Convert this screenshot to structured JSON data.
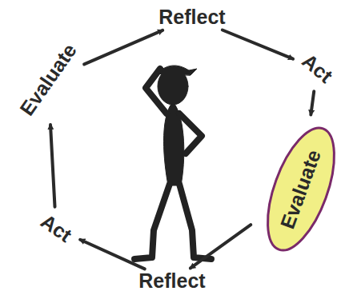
{
  "diagram": {
    "nodes": [
      {
        "text": [
          "Reflect"
        ]
      },
      {
        "text": [
          "Act"
        ]
      },
      {
        "text": [
          "Evaluate"
        ]
      },
      {
        "text": [
          "Reflect"
        ]
      },
      {
        "text": [
          "Act"
        ]
      },
      {
        "text": [
          "Evaluate"
        ]
      }
    ],
    "edges": [
      {
        "from": 0,
        "to": 1,
        "arrow": "to"
      },
      {
        "from": 1,
        "to": 2,
        "arrow": "to"
      },
      {
        "from": 2,
        "to": 3,
        "arrow": "to"
      },
      {
        "from": 3,
        "to": 4,
        "arrow": "to"
      },
      {
        "from": 4,
        "to": 5,
        "arrow": "to"
      },
      {
        "from": 5,
        "to": 0,
        "arrow": "to"
      }
    ]
  }
}
